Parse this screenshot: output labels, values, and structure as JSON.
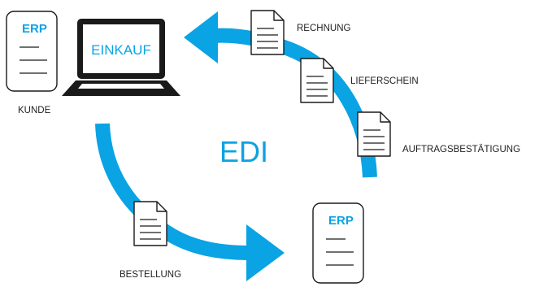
{
  "colors": {
    "accent": "#0aa3e4",
    "outline": "#1a1a1a",
    "doc_fill": "#ffffff",
    "laptop_body": "#1a1a1a"
  },
  "customer": {
    "erp_label": "ERP",
    "caption": "KUNDE",
    "icon": "document-icon"
  },
  "laptop": {
    "screen_text": "EINKAUF",
    "icon": "laptop-icon"
  },
  "center_label": "EDI",
  "supplier": {
    "erp_label": "ERP",
    "icon": "document-icon"
  },
  "documents": {
    "rechnung": "RECHNUNG",
    "lieferschein": "LIEFERSCHEIN",
    "auftragsbestaetigung": "AUFTRAGSBESTÄTIGUNG",
    "bestellung": "BESTELLUNG"
  }
}
